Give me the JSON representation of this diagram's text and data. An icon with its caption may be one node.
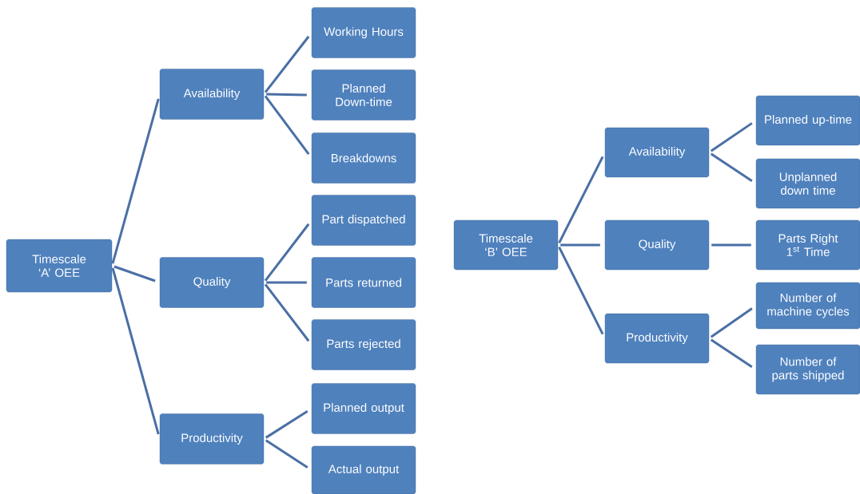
{
  "diagram": {
    "nodes": [
      {
        "text": [
          "Timescale ‘A’ OEE"
        ]
      },
      {
        "text": [
          "Availability"
        ]
      },
      {
        "text": [
          "Working Hours"
        ]
      },
      {
        "text": [
          "Planned Down-time"
        ]
      },
      {
        "text": [
          "Breakdowns"
        ]
      },
      {
        "text": [
          "Quality"
        ]
      },
      {
        "text": [
          "Part dispatched"
        ]
      },
      {
        "text": [
          "Parts returned"
        ]
      },
      {
        "text": [
          "Parts rejected"
        ]
      },
      {
        "text": [
          "Productivity"
        ]
      },
      {
        "text": [
          "Planned output"
        ]
      },
      {
        "text": [
          "Actual output"
        ]
      },
      {
        "text": [
          "Timescale ‘B’ OEE"
        ]
      },
      {
        "text": [
          "Availability"
        ]
      },
      {
        "text": [
          "Planned up-time"
        ]
      },
      {
        "text": [
          "Unplanned down time"
        ]
      },
      {
        "text": [
          "Quality"
        ]
      },
      {
        "text": [
          "Parts Right 1$^{st}$ Time"
        ]
      },
      {
        "text": [
          "Productivity"
        ]
      },
      {
        "text": [
          "Number of machine cycles"
        ]
      },
      {
        "text": [
          "Number of parts shipped"
        ]
      }
    ],
    "edges": [
      {
        "from": 0,
        "to": 1,
        "arrow": "none"
      },
      {
        "from": 0,
        "to": 5,
        "arrow": "none"
      },
      {
        "from": 0,
        "to": 9,
        "arrow": "none"
      },
      {
        "from": 1,
        "to": 2,
        "arrow": "none"
      },
      {
        "from": 1,
        "to": 3,
        "arrow": "none"
      },
      {
        "from": 1,
        "to": 4,
        "arrow": "none"
      },
      {
        "from": 5,
        "to": 6,
        "arrow": "none"
      },
      {
        "from": 5,
        "to": 7,
        "arrow": "none"
      },
      {
        "from": 5,
        "to": 8,
        "arrow": "none"
      },
      {
        "from": 9,
        "to": 10,
        "arrow": "none"
      },
      {
        "from": 9,
        "to": 11,
        "arrow": "none"
      },
      {
        "from": 12,
        "to": 13,
        "arrow": "none"
      },
      {
        "from": 12,
        "to": 16,
        "arrow": "none"
      },
      {
        "from": 12,
        "to": 18,
        "arrow": "none"
      },
      {
        "from": 13,
        "to": 14,
        "arrow": "none"
      },
      {
        "from": 13,
        "to": 15,
        "arrow": "none"
      },
      {
        "from": 16,
        "to": 17,
        "arrow": "none"
      },
      {
        "from": 18,
        "to": 19,
        "arrow": "none"
      },
      {
        "from": 18,
        "to": 20,
        "arrow": "none"
      }
    ]
  }
}
